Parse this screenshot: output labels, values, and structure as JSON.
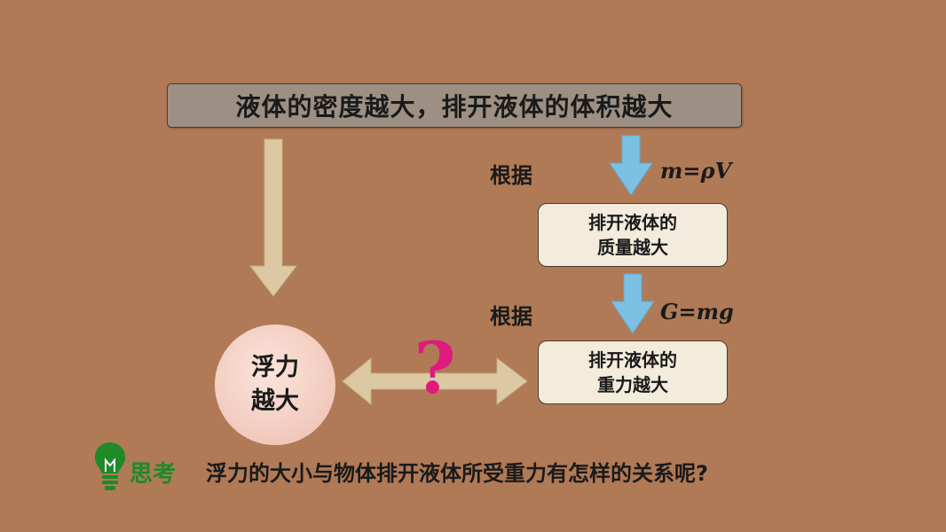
{
  "top_statement": "液体的密度越大，排开液体的体积越大",
  "step1": {
    "basis_label": "根据",
    "formula": "m=ρV",
    "result_lines": [
      "排开液体的",
      "质量越大"
    ]
  },
  "step2": {
    "basis_label": "根据",
    "formula": "G=mg",
    "result_lines": [
      "排开液体的",
      "重力越大"
    ]
  },
  "buoyancy": {
    "lines": [
      "浮力",
      "越大"
    ]
  },
  "relation_mark": "?",
  "think": {
    "label": "思考",
    "question": "浮力的大小与物体排开液体所受重力有怎样的关系呢?",
    "icon": "lightbulb-icon"
  },
  "colors": {
    "background": "#b07a56",
    "top_box": "#9d8f83",
    "result_box": "#f3ebdc",
    "blue_arrow": "#7cc1e3",
    "beige_arrow": "#dcc9a4",
    "circle": "#f4cfc3",
    "question_mark": "#e0197f",
    "think_green": "#1e8a28"
  }
}
